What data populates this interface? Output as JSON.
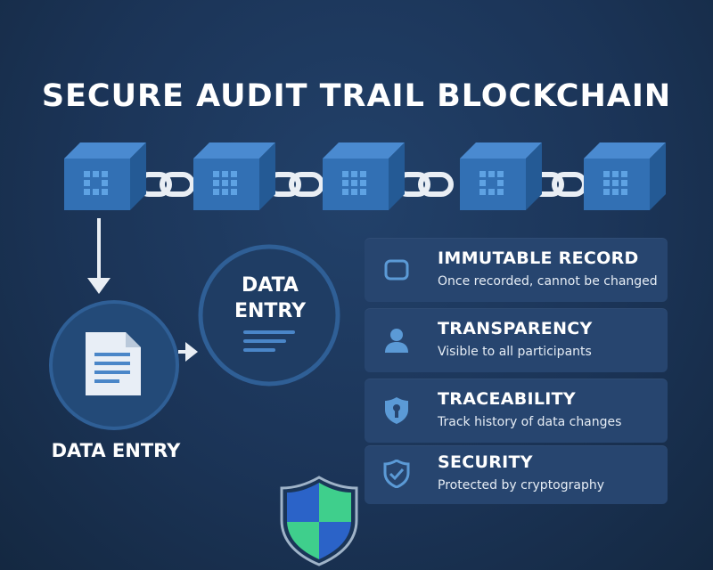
{
  "title": "SECURE AUDIT TRAIL BLOCKCHAIN",
  "entry": {
    "circle_title_line1": "DATA",
    "circle_title_line2": "ENTRY",
    "label": "DATA ENTRY"
  },
  "features": [
    {
      "title": "IMMUTABLE RECORD",
      "description": "Once recorded, cannot be changed",
      "icon": "square-icon"
    },
    {
      "title": "TRANSPARENCY",
      "description": "Visible to all participants",
      "icon": "person-icon"
    },
    {
      "title": "TRACEABILITY",
      "description": "Track history of data changes",
      "icon": "keyhole-shield-icon"
    },
    {
      "title": "SECURITY",
      "description": "Protected by cryptography",
      "icon": "check-shield-icon"
    }
  ],
  "colors": {
    "background": "#1b3457",
    "block": "#2f6db0",
    "card": "#27456f",
    "accent": "#5b9ad6",
    "shield_blue": "#2b63c8",
    "shield_green": "#3fcf8c"
  }
}
